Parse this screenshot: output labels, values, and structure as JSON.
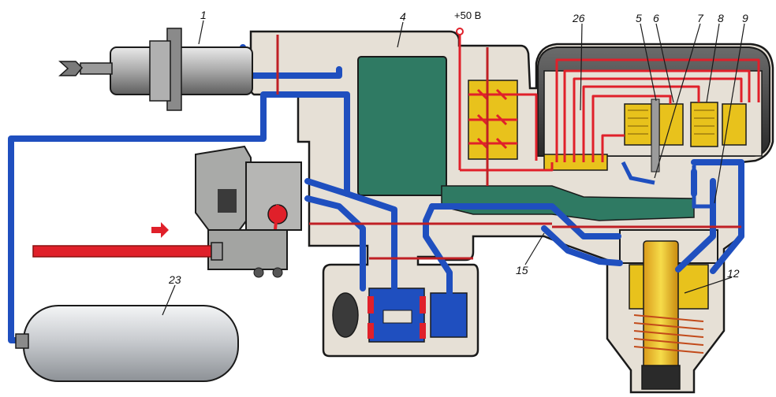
{
  "diagram": {
    "supply_voltage": "+50 В",
    "callouts": {
      "c1": "1",
      "c4": "4",
      "c26": "26",
      "c5": "5",
      "c6": "6",
      "c7": "7",
      "c8": "8",
      "c9": "9",
      "c15": "15",
      "c12": "12",
      "c23": "23"
    },
    "colors": {
      "housing": "#e6e0d6",
      "housing_outline": "#1a1a1a",
      "pneumatic_line": "#1f4fbf",
      "electric_line": "#e0202a",
      "valve_block": "#2f7a63",
      "coil": "#e8c21c",
      "cover": "#3a3a3a",
      "tank": "#cfd2d6"
    }
  }
}
